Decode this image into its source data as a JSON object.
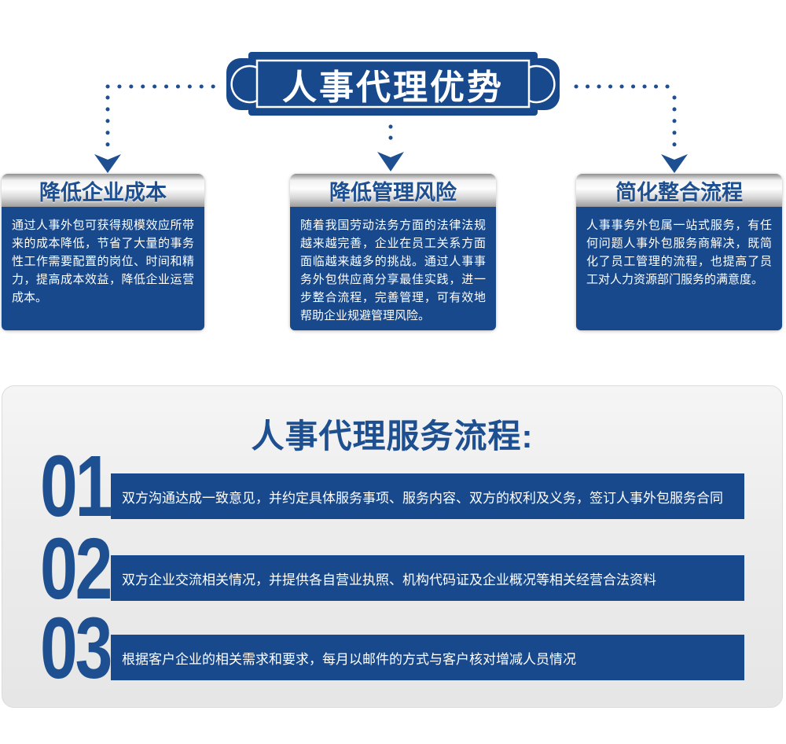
{
  "banner": {
    "title": "人事代理优势"
  },
  "colors": {
    "fill_blue": "#17498c",
    "text_blue": "#1d4f91",
    "header_silver": "#d8d8d8",
    "panel_gray": "#ececec",
    "text_white": "#ffffff"
  },
  "cards": [
    {
      "title": "降低企业成本",
      "body": "通过人事外包可获得规模效应所带来的成本降低，节省了大量的事务性工作需要配置的岗位、时间和精力，提高成本效益，降低企业运营成本。"
    },
    {
      "title": "降低管理风险",
      "body": "随着我国劳动法务方面的法律法规越来越完善，企业在员工关系方面面临越来越多的挑战。通过人事事务外包供应商分享最佳实践，进一步整合流程，完善管理，可有效地帮助企业规避管理风险。"
    },
    {
      "title": "简化整合流程",
      "body": "人事事务外包属一站式服务，有任何问题人事外包服务商解决，既简化了员工管理的流程，也提高了员工对人力资源部门服务的满意度。"
    }
  ],
  "process": {
    "title": "人事代理服务流程:",
    "steps": [
      {
        "number": "01",
        "text": "双方沟通达成一致意见，并约定具体服务事项、服务内容、双方的权利及义务，签订人事外包服务合同"
      },
      {
        "number": "02",
        "text": "双方企业交流相关情况，并提供各自营业执照、机构代码证及企业概况等相关经营合法资料"
      },
      {
        "number": "03",
        "text": "根据客户企业的相关需求和要求，每月以邮件的方式与客户核对增减人员情况"
      }
    ]
  }
}
